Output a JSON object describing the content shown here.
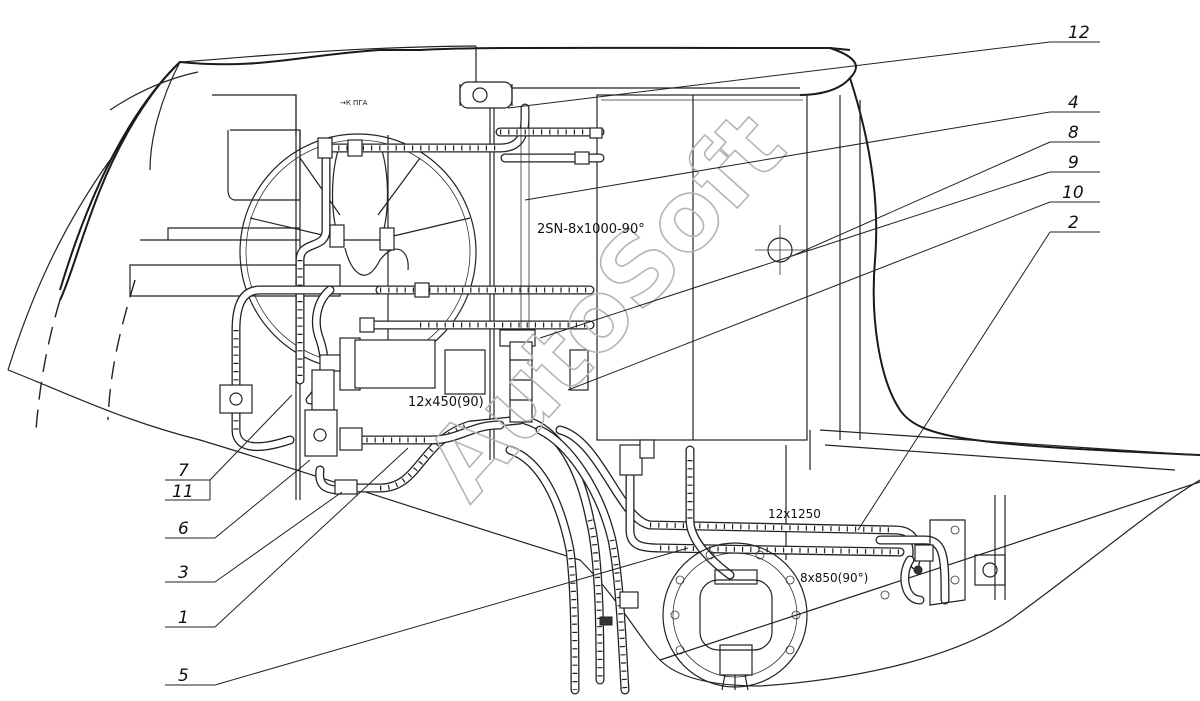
{
  "callouts": [
    "12",
    "4",
    "8",
    "9",
    "10",
    "2",
    "7",
    "11",
    "6",
    "3",
    "1",
    "5"
  ],
  "dimensions": {
    "hose_vertical": "2SN-8x1000-90°",
    "hose_left": "12x450(90)",
    "hose_bottom": "12x1250",
    "hose_right": "8x850(90°)"
  },
  "small_labels": {
    "to_pl": "→К ПГА"
  },
  "watermark": "AutoSoft"
}
